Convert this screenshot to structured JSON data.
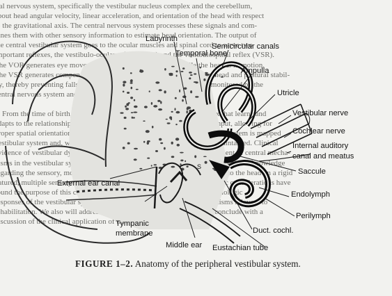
{
  "figure": {
    "number": "FIGURE 1–2.",
    "caption": "Anatomy of the peripheral vestibular system."
  },
  "labels": {
    "labyrinth": "Labyrinth",
    "temporal_bone": "Temporal bone",
    "semicircular_canals": "Semicircular canals",
    "ampulla": "Ampulla",
    "utricle": "Utricle",
    "vestibular_nerve": "Vestibular nerve",
    "cochlear_nerve": "Cochlear nerve",
    "internal_auditory_line1": "Internal auditory",
    "internal_auditory_line2": "canal and meatus",
    "saccule": "Saccule",
    "endolymph": "Endolymph",
    "perilymph": "Perilymph",
    "duct_cochl": "Duct. cochl.",
    "eustachian_tube": "Eustachian tube",
    "middle_ear": "Middle ear",
    "tympanic_line1": "Tympanic",
    "tympanic_line2": "membrane",
    "external_ear_canal": "External ear canal",
    "s_marker": "S"
  },
  "background_text": [
    "tral nervous system, specifically the vestibular nucleus complex and the cerebellum,",
    "about head angular velocity, linear acceleration, and orientation of the head with respect",
    "to the gravitational axis. The central nervous system processes these signals and com-",
    "bines them with other sensory information to estimate head orientation. The output of",
    "the central vestibular system goes to the ocular muscles and spinal cord to serve two",
    "important reflexes, the vestibulo-ocular reflex (VOR) and the vestibulospinal reflex (VSR).",
    "The VOR generates eye movements that enable clear vision while the head is in motion.",
    "The VSR generates compensatory body movement in order to maintain head and postural stabil-",
    "ity, thereby preventing falls. The performance of the VOR and VSR is monitored by the",
    "central nervous system and readjusted as necessary by the cerebellum.",
    "",
    "    From the time of birth, humans develop an internal model in the cortex that learns and",
    "adapts to the relationship between vestibular, visual and somatosensory input, allowing for",
    "proper spatial orientation. Ordinarily, the input from the peripheral nervous system is mapped",
    "vestibular system and, when the information is consistent, orientation is maintained. Clinical",
    "evidence of vestibular dysfunction is helpful in the diagnosis and management of central mecha-",
    "nisms in the vestibular system. Diagnosis of vestibular system dysfunction requires knowledge",
    "regarding the sensory, motor and motion perception systems which respond to the head on a rigid",
    "natured, multiple sensory and structural components. Numerous physiologic considerations have",
    "found the purpose of this chapter is to introduce the anatomy and the physiologic",
    "responses of the vestibular system, beginning with the peripheral mechanisms relevant to",
    "rehabilitation. We also will address the central vestibular structures and conclude with a",
    "discussion of the clinical application of this information."
  ]
}
